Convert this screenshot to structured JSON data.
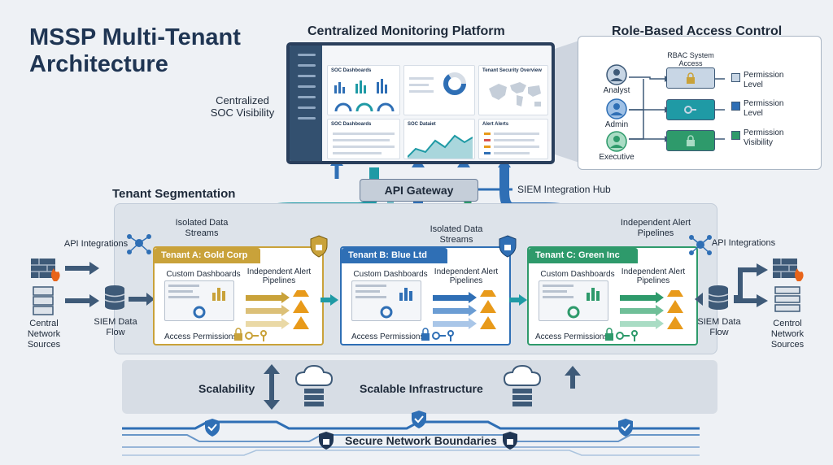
{
  "title": "MSSP Multi-Tenant Architecture",
  "platform": {
    "heading": "Centralized Monitoring Platform",
    "visibility_label": "Centralized SOC Visibility",
    "panels": {
      "soc_dashboards": "SOC Dashboards",
      "tenant_overview": "Tenant Security Overview",
      "soc_dashboards_2": "SOC Dashboards",
      "soc_datalet": "SOC Dataiet",
      "alert_alerts": "Alert Alerts"
    }
  },
  "rbac": {
    "heading": "Role-Based Access Control",
    "system_label": "RBAC System Access",
    "roles": [
      "Analyst",
      "Admin",
      "Executive"
    ],
    "legend": [
      {
        "label": "Permission Level",
        "color": "#c8d6e5"
      },
      {
        "label": "Permission Level",
        "color": "#2f6fb5"
      },
      {
        "label": "Permission Visibility",
        "color": "#2e9a6b"
      }
    ]
  },
  "gateway": {
    "label": "API Gateway",
    "hub_label": "SIEM Integration Hub"
  },
  "segmentation": {
    "heading": "Tenant Segmentation",
    "isolated_left": "Isolated Data Streams",
    "isolated_mid": "Isolated Data Streams",
    "independent_right": "Independent Alert Pipelines",
    "api_left": "API Integrations",
    "api_right": "API Integrations",
    "siem_left": "SIEM Data Flow",
    "siem_right": "SIEM Data Flow",
    "sources_left": "Central Network Sources",
    "sources_right": "Centrol Network Sources"
  },
  "tenants": [
    {
      "name": "Tenant A: Gold Corp",
      "color": "#c9a23a",
      "custom": "Custom Dashboards",
      "alerts": "Independent Alert Pipelines",
      "perm": "Access Permissions"
    },
    {
      "name": "Tenant B: Blue Ltd",
      "color": "#2f6fb5",
      "custom": "Custom Dashboards",
      "alerts": "Independent Alert Pipelines",
      "perm": "Access Permissions"
    },
    {
      "name": "Tenant C: Green Inc",
      "color": "#2e9a6b",
      "custom": "Custom Dashboards",
      "alerts": "Independent Alert Pipelines",
      "perm": "Access Permissions"
    }
  ],
  "infra": {
    "scalability": "Scalability",
    "scalable": "Scalable Infrastructure"
  },
  "boundaries": "Secure Network Boundaries",
  "colors": {
    "navy": "#1f3553",
    "teal": "#1f9aa5",
    "blue": "#2f6fb5",
    "green": "#2e9a6b",
    "gold": "#c9a23a",
    "alert": "#e89a1a"
  }
}
